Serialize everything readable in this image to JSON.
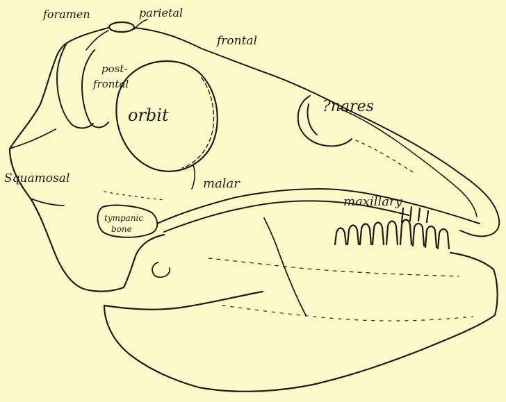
{
  "figure": {
    "background_color": "#fdf9c8",
    "ink_color": "#1c1a14",
    "labels": {
      "foramen": "foramen",
      "parietal": "parietal",
      "frontal": "frontal",
      "postfrontal_line1": "post-",
      "postfrontal_line2": "frontal",
      "orbit": "orbit",
      "nares": "?nares",
      "squamosal": "Squamosal",
      "malar": "malar",
      "maxillary": "maxillary",
      "tympanic_line1": "tympanic",
      "tympanic_line2": "bone"
    }
  }
}
